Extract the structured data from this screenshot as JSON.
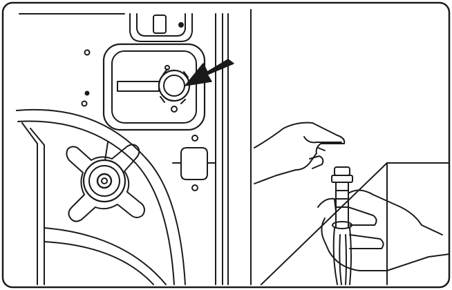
{
  "figure": {
    "panels": [
      {
        "id": "left",
        "subject": "machine-back-panel-with-pump-filter-and-arrow"
      },
      {
        "id": "right",
        "subject": "hands-holding-drain-hose-with-cap"
      }
    ],
    "stroke_color": "#1a1a1a",
    "fill_color": "#ffffff"
  }
}
